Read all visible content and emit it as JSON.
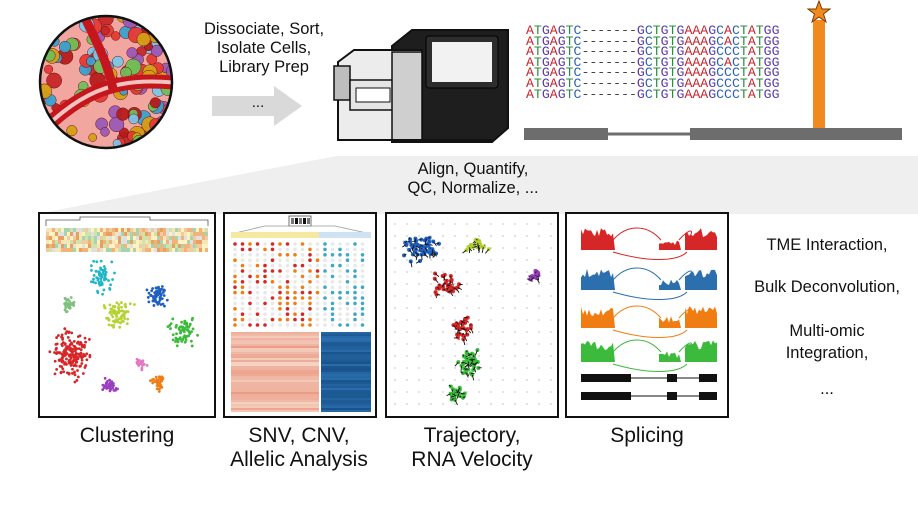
{
  "workflow": {
    "step1_label": "Dissociate, Sort,\nIsolate Cells,\nLibrary Prep",
    "step1_ellipsis": "...",
    "step2_label": "Align, Quantify,\nQC, Normalize, ..."
  },
  "alignment": {
    "rows": [
      "ATGAGTC-------GCTGTGAAAGCACTATGG",
      "ATGAGTC-------GCTGTGAAAGCACTATGG",
      "ATGAGTC-------GCTGTGAAAGCCCTATGG",
      "ATGAGTC-------GCTGTGAAAGCACTATGG",
      "ATGAGTC-------GCTGTGAAAGCCCTATGG",
      "ATGAGTC-------GCTGTGAAAGCCCTATGG",
      "ATGAGTC-------GCTGTGAAAGCCCTATGG"
    ],
    "highlight_color": "#f08a1e"
  },
  "analyses": [
    {
      "label": "Clustering"
    },
    {
      "label": "SNV, CNV,\nAllelic Analysis"
    },
    {
      "label": "Trajectory,\nRNA Velocity"
    },
    {
      "label": "Splicing"
    }
  ],
  "other_analyses": {
    "item1": "TME Interaction,",
    "item2": "Bulk Deconvolution,",
    "item3": "Multi-omic\nIntegration,",
    "item4": "..."
  },
  "colors": {
    "cluster_red": "#d62728",
    "cluster_blue": "#1f5fbf",
    "cluster_green": "#3cba3c",
    "cluster_purple": "#9b3fc0",
    "cluster_orange": "#f07d12",
    "cluster_cyan": "#22b5c8",
    "heat_red": "#e05a3a",
    "heat_blue": "#2b6fae"
  }
}
